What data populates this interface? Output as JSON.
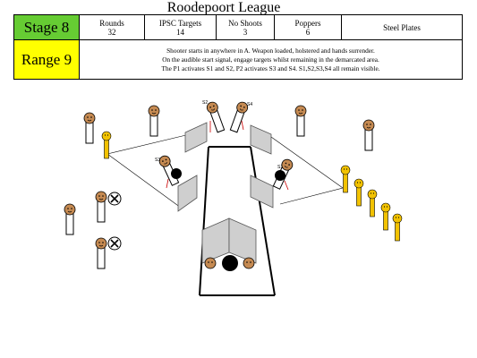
{
  "header": {
    "league_title": "Roodepoort League",
    "stage_label": "Stage 8",
    "range_label": "Range 9",
    "columns": [
      {
        "label": "Rounds",
        "value": "32"
      },
      {
        "label": "IPSC Targets",
        "value": "14"
      },
      {
        "label": "No Shoots",
        "value": "3"
      },
      {
        "label": "Poppers",
        "value": "6"
      },
      {
        "label": "Steel Plates",
        "value": ""
      }
    ],
    "description": [
      "Shooter starts in anywhere in A. Weapon loaded, holstered and hands surrender.",
      "On the audible start signal, engage targets whilst remaining in the demarcated area.",
      "The P1 activates S1 and S2, P2 activates S3 and S4. S1,S2,S3,S4 all remain visible."
    ]
  },
  "stage": {
    "swinger_labels": [
      "S2",
      "S3",
      "S4",
      "S1"
    ],
    "colors": {
      "target": "#c58a52",
      "popper": "#f2c200",
      "barrier": "#cfcfcf",
      "stage_green": "#66cc33",
      "range_yellow": "#ffff00"
    }
  }
}
